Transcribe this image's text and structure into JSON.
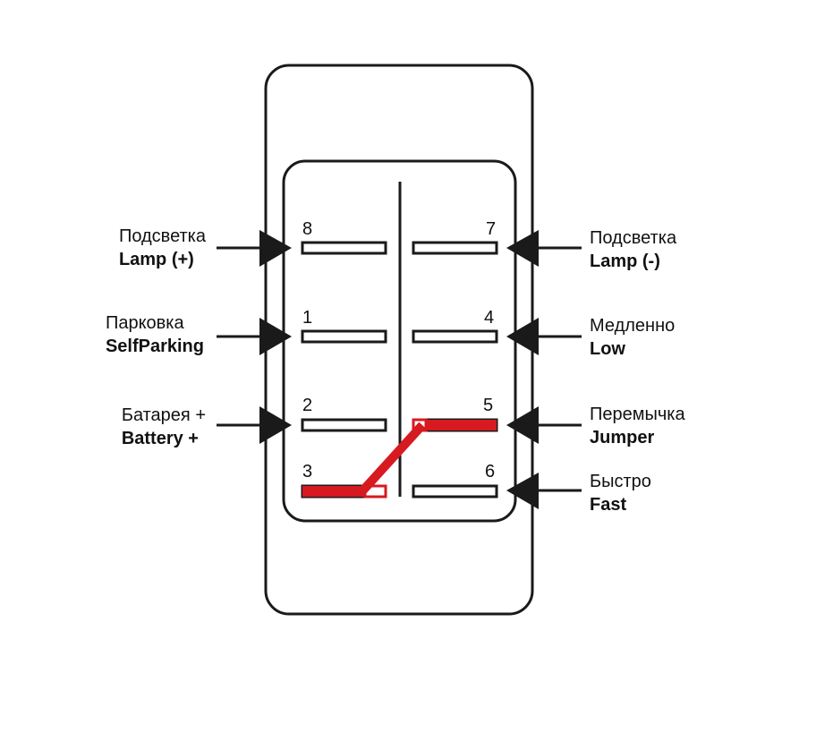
{
  "colors": {
    "outline": "#1a1a1a",
    "jumper": "#d71920",
    "background": "#ffffff"
  },
  "pins": {
    "p8": "8",
    "p7": "7",
    "p1": "1",
    "p4": "4",
    "p2": "2",
    "p5": "5",
    "p3": "3",
    "p6": "6"
  },
  "labels": {
    "pin8": {
      "ru": "Подсветка",
      "en": "Lamp (+)"
    },
    "pin1": {
      "ru": "Парковка",
      "en": "SelfParking"
    },
    "pin2": {
      "ru": "Батарея +",
      "en": "Battery +"
    },
    "pin7": {
      "ru": "Подсветка",
      "en": "Lamp (-)"
    },
    "pin4": {
      "ru": "Медленно",
      "en": "Low"
    },
    "pin5": {
      "ru": "Перемычка",
      "en": "Jumper"
    },
    "pin6": {
      "ru": "Быстро",
      "en": "Fast"
    }
  }
}
